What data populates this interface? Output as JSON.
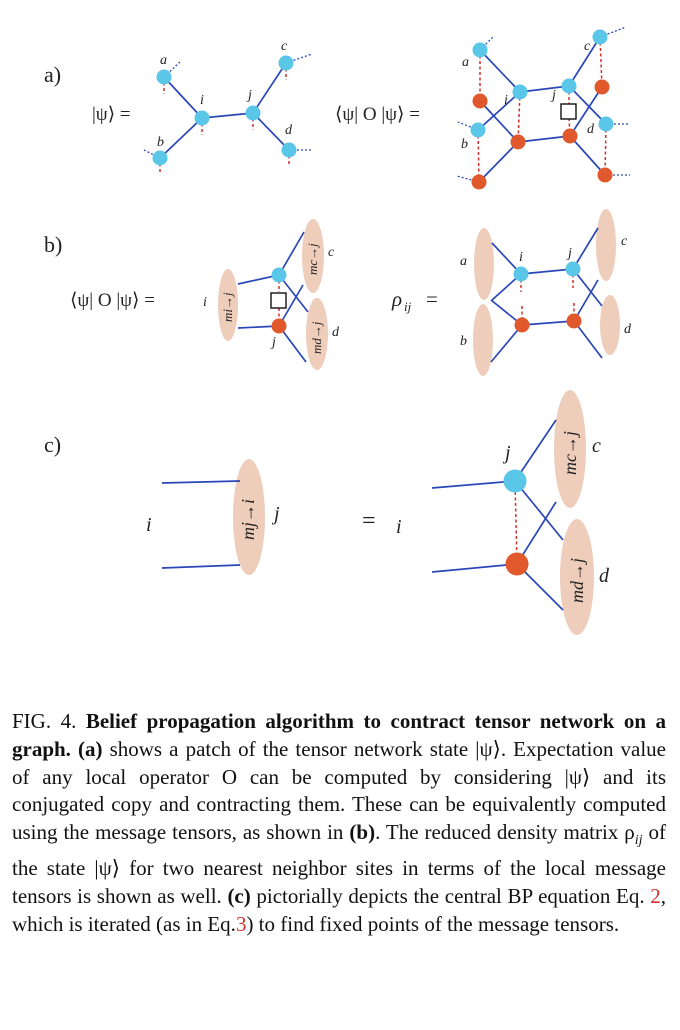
{
  "figure": {
    "panels": {
      "a": "a)",
      "b": "b)",
      "c": "c)"
    },
    "labels": {
      "site_a": "a",
      "site_b": "b",
      "site_c": "c",
      "site_d": "d",
      "site_i": "i",
      "site_j": "j",
      "psi_ket": "|ψ⟩ =",
      "expectation": "⟨ψ| O |ψ⟩ =",
      "rho_ij": "ρ",
      "rho_sub": "ij",
      "rho_eq": "=",
      "equals": "=",
      "m_i_to_j": "mi→j",
      "m_c_to_j": "mc→j",
      "m_d_to_j": "md→j",
      "m_j_to_i": "mj→i"
    }
  },
  "caption": {
    "prefix": "FIG. 4.",
    "title": "Belief propagation algorithm to contract tensor network on a graph.",
    "part_a_label": "(a)",
    "text_1": " shows a patch of the tensor network state |ψ⟩. Expectation value of any local operator O can be computed by considering |ψ⟩ and its conjugated copy and contracting them. These can be equivalently computed using the message tensors, as shown in ",
    "part_b_label": "(b)",
    "text_2": ". The reduced density matrix ρ",
    "rho_sub": "ij",
    "text_3": " of the state |ψ⟩ for two nearest neighbor sites in terms of the local message tensors is shown as well. ",
    "part_c_label": "(c)",
    "text_4": " pictorially depicts the central BP equation Eq. ",
    "ref_eq2": "2",
    "text_5": ", which is iterated (as in Eq.",
    "ref_eq3": "3",
    "text_6": ") to find fixed points of the message tensors."
  }
}
